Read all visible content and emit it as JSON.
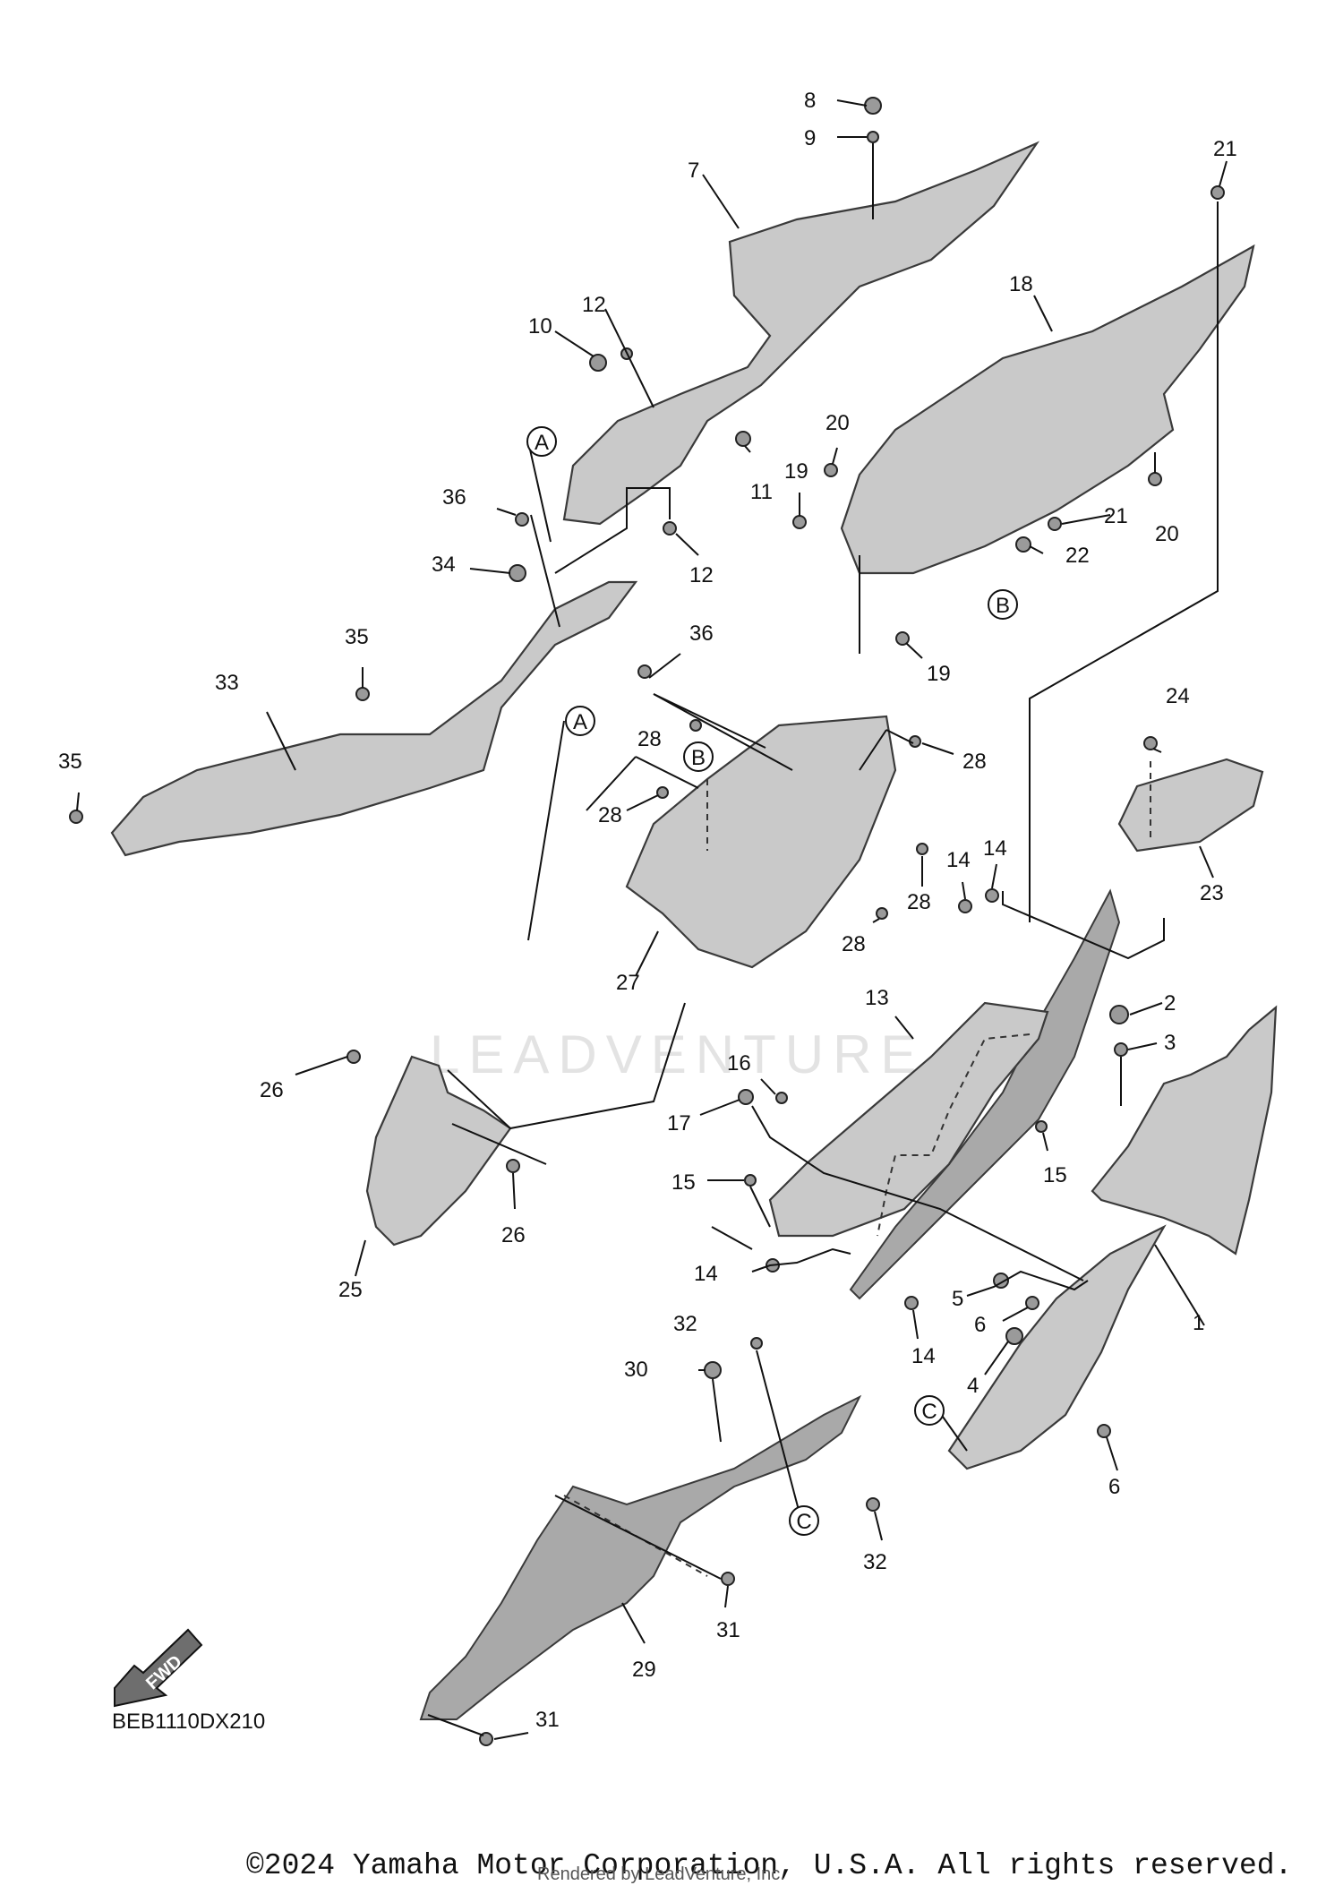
{
  "diagram": {
    "code": "BEB1110DX210",
    "fwd_label": "FWD",
    "watermark": "LEADVENTURE",
    "callouts": [
      "8",
      "9",
      "7",
      "21",
      "18",
      "10",
      "12",
      "20",
      "19",
      "11",
      "21",
      "20",
      "22",
      "12",
      "36",
      "34",
      "35",
      "33",
      "35",
      "36",
      "19",
      "28",
      "28",
      "28",
      "28",
      "28",
      "27",
      "24",
      "23",
      "14",
      "14",
      "2",
      "3",
      "13",
      "16",
      "17",
      "15",
      "15",
      "26",
      "26",
      "25",
      "14",
      "5",
      "6",
      "1",
      "4",
      "14",
      "6",
      "32",
      "30",
      "32",
      "31",
      "29",
      "31"
    ],
    "reference_marks": [
      "A",
      "A",
      "B",
      "B",
      "C",
      "C"
    ]
  },
  "footer": {
    "copyright": "©2024 Yamaha Motor Corporation, U.S.A. All rights reserved.",
    "rendered_by": "Rendered by LeadVenture, Inc."
  }
}
